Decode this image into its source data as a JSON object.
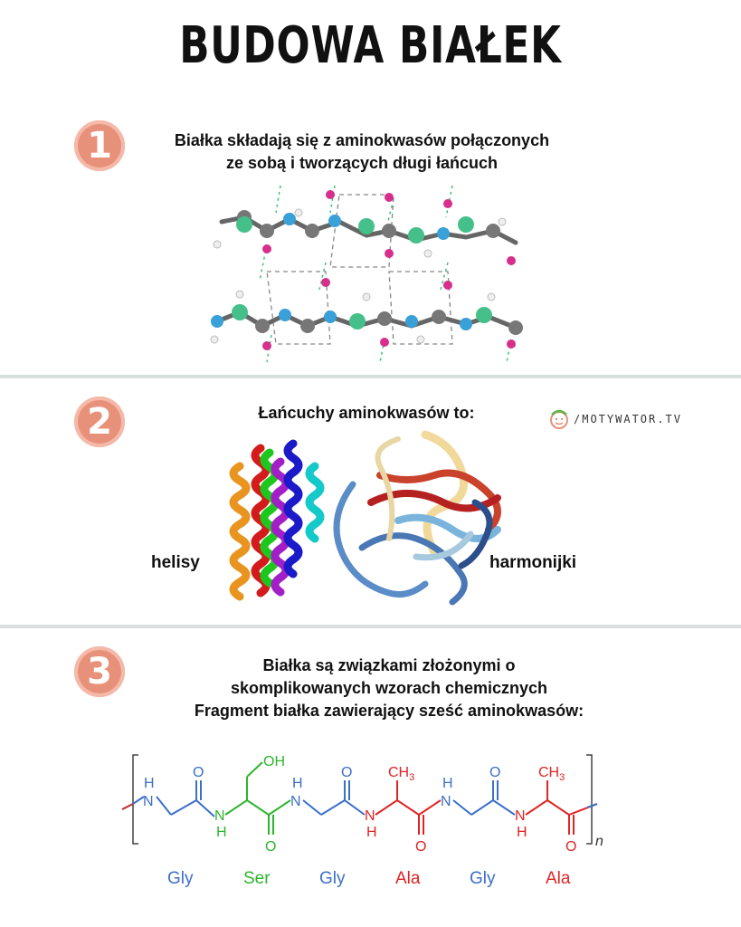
{
  "title": "BUDOWA BIAŁEK",
  "section1": {
    "number": "1",
    "caption_line1": "Białka składają się z aminokwasów połączonych",
    "caption_line2": "ze sobą  i tworzących długi łańcuch"
  },
  "section2": {
    "number": "2",
    "caption": "Łańcuchy aminokwasów to:",
    "left_label": "helisy",
    "right_label": "harmonijki",
    "brand": "/MOTYWATOR.TV"
  },
  "section3": {
    "number": "3",
    "caption_line1": "Białka są związkami złożonymi  o",
    "caption_line2": "skomplikowanych wzorach chemicznych",
    "caption_line3": "Fragment białka  zawierający sześć aminokwasów:",
    "formula": {
      "oh": "OH",
      "ch3": "CH",
      "ch3_sub": "3",
      "h": "H",
      "n": "N",
      "o": "O",
      "repeat": "n"
    },
    "residues": [
      "Gly",
      "Ser",
      "Gly",
      "Ala",
      "Gly",
      "Ala"
    ]
  },
  "colors": {
    "badge": "#e8917a",
    "gly": "#3b6fc9",
    "ser": "#2db52d",
    "ala": "#e02424",
    "divider": "#d9dedf"
  }
}
